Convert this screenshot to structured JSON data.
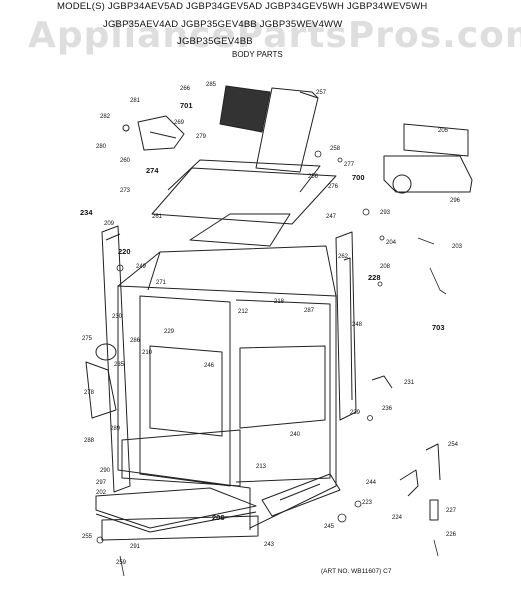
{
  "header": {
    "model_line_1": "MODEL(S) JGBP34AEV5AD  JGBP34GEV5AD  JGBP34GEV5WH  JGBP34WEV5WH",
    "model_line_2": "JGBP35AEV4AD  JGBP35GEV4BB  JGBP35WEV4WW",
    "model_line_3": "JGBP35GEV4BB",
    "section_title": "BODY PARTS"
  },
  "watermark": "AppliancePartsPros.com",
  "art_number": "(ART NO. WB11607) C7",
  "part_labels": [
    {
      "id": "p285",
      "text": "285",
      "bold": false
    },
    {
      "id": "p257",
      "text": "257",
      "bold": false
    },
    {
      "id": "p266",
      "text": "266",
      "bold": false
    },
    {
      "id": "p281",
      "text": "281",
      "bold": false
    },
    {
      "id": "p701",
      "text": "701",
      "bold": true
    },
    {
      "id": "p269",
      "text": "269",
      "bold": false
    },
    {
      "id": "p282",
      "text": "282",
      "bold": false
    },
    {
      "id": "p279",
      "text": "279",
      "bold": false
    },
    {
      "id": "p280",
      "text": "280",
      "bold": false
    },
    {
      "id": "p260",
      "text": "260",
      "bold": false
    },
    {
      "id": "p274",
      "text": "274",
      "bold": true
    },
    {
      "id": "p205",
      "text": "205",
      "bold": false
    },
    {
      "id": "p258",
      "text": "258",
      "bold": false
    },
    {
      "id": "p277",
      "text": "277",
      "bold": false
    },
    {
      "id": "p700",
      "text": "700",
      "bold": true
    },
    {
      "id": "p273",
      "text": "273",
      "bold": false
    },
    {
      "id": "p256",
      "text": "256",
      "bold": false
    },
    {
      "id": "p276",
      "text": "276",
      "bold": false
    },
    {
      "id": "p209",
      "text": "209",
      "bold": false
    },
    {
      "id": "p296",
      "text": "296",
      "bold": false
    },
    {
      "id": "p234",
      "text": "234",
      "bold": true
    },
    {
      "id": "p261",
      "text": "261",
      "bold": false
    },
    {
      "id": "p247",
      "text": "247",
      "bold": false
    },
    {
      "id": "p293",
      "text": "293",
      "bold": false
    },
    {
      "id": "p204",
      "text": "204",
      "bold": false
    },
    {
      "id": "p203",
      "text": "203",
      "bold": false
    },
    {
      "id": "p220",
      "text": "220",
      "bold": true
    },
    {
      "id": "p249",
      "text": "249",
      "bold": false
    },
    {
      "id": "p262",
      "text": "262",
      "bold": false
    },
    {
      "id": "p208",
      "text": "208",
      "bold": false
    },
    {
      "id": "p228",
      "text": "228",
      "bold": true
    },
    {
      "id": "p271",
      "text": "271",
      "bold": false
    },
    {
      "id": "p218",
      "text": "218",
      "bold": false
    },
    {
      "id": "p212",
      "text": "212",
      "bold": false
    },
    {
      "id": "p287",
      "text": "287",
      "bold": false
    },
    {
      "id": "p230",
      "text": "230",
      "bold": false
    },
    {
      "id": "p248",
      "text": "248",
      "bold": false
    },
    {
      "id": "p703",
      "text": "703",
      "bold": true
    },
    {
      "id": "p229",
      "text": "229",
      "bold": false
    },
    {
      "id": "p275",
      "text": "275",
      "bold": false
    },
    {
      "id": "p286",
      "text": "286",
      "bold": false
    },
    {
      "id": "p210",
      "text": "210",
      "bold": false
    },
    {
      "id": "p246",
      "text": "246",
      "bold": false
    },
    {
      "id": "p235",
      "text": "235",
      "bold": false
    },
    {
      "id": "p231",
      "text": "231",
      "bold": false
    },
    {
      "id": "p278",
      "text": "278",
      "bold": false
    },
    {
      "id": "p239",
      "text": "239",
      "bold": false
    },
    {
      "id": "p236",
      "text": "236",
      "bold": false
    },
    {
      "id": "p289",
      "text": "289",
      "bold": false
    },
    {
      "id": "p240",
      "text": "240",
      "bold": false
    },
    {
      "id": "p288",
      "text": "288",
      "bold": false
    },
    {
      "id": "p254",
      "text": "254",
      "bold": false
    },
    {
      "id": "p213",
      "text": "213",
      "bold": false
    },
    {
      "id": "p290",
      "text": "290",
      "bold": false
    },
    {
      "id": "p297",
      "text": "297",
      "bold": false
    },
    {
      "id": "p244",
      "text": "244",
      "bold": false
    },
    {
      "id": "p202",
      "text": "202",
      "bold": false
    },
    {
      "id": "p223",
      "text": "223",
      "bold": false
    },
    {
      "id": "p206",
      "text": "206",
      "bold": true
    },
    {
      "id": "p227",
      "text": "227",
      "bold": false
    },
    {
      "id": "p224",
      "text": "224",
      "bold": false
    },
    {
      "id": "p255",
      "text": "255",
      "bold": false
    },
    {
      "id": "p245",
      "text": "245",
      "bold": false
    },
    {
      "id": "p291",
      "text": "291",
      "bold": false
    },
    {
      "id": "p226",
      "text": "226",
      "bold": false
    },
    {
      "id": "p243",
      "text": "243",
      "bold": false
    },
    {
      "id": "p259",
      "text": "259",
      "bold": false
    }
  ]
}
